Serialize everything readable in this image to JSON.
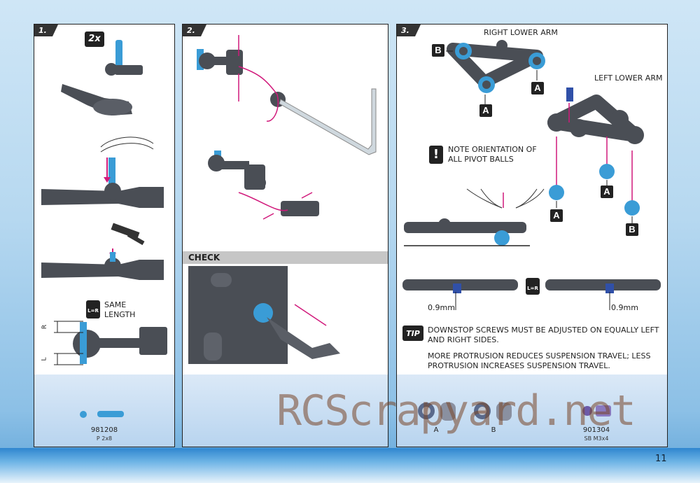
{
  "page_number": "11",
  "watermark": "RCScrapyard.net",
  "step1": {
    "number": "1.",
    "qty_badge": "2x",
    "same_length_label": "SAME\nLENGTH",
    "lr_icon": "L=R",
    "dim_r": "R",
    "dim_l": "L",
    "part_number": "981208",
    "part_desc": "P 2x8"
  },
  "step2": {
    "number": "2.",
    "check_label": "CHECK"
  },
  "step3": {
    "number": "3.",
    "right_arm_label": "RIGHT LOWER ARM",
    "left_arm_label": "LEFT LOWER ARM",
    "note_icon": "!",
    "note_text": "NOTE ORIENTATION OF\nALL PIVOT BALLS",
    "callouts": [
      "B",
      "A",
      "A",
      "A",
      "A",
      "B"
    ],
    "measure_left": "0.9mm",
    "measure_right": "0.9mm",
    "tip_icon": "TIP",
    "tip_text_1": "DOWNSTOP SCREWS MUST BE ADJUSTED ON EQUALLY LEFT AND RIGHT SIDES.",
    "tip_text_2": "MORE PROTRUSION REDUCES SUSPENSION TRAVEL; LESS PROTRUSION INCREASES SUSPENSION TRAVEL.",
    "ball_a_label": "A",
    "ball_b_label": "B",
    "part_number": "901304",
    "part_desc": "SB M3x4"
  },
  "colors": {
    "accent_blue": "#3a9cd6",
    "arrow_magenta": "#d1197b",
    "part_gray": "#4a4e55"
  }
}
